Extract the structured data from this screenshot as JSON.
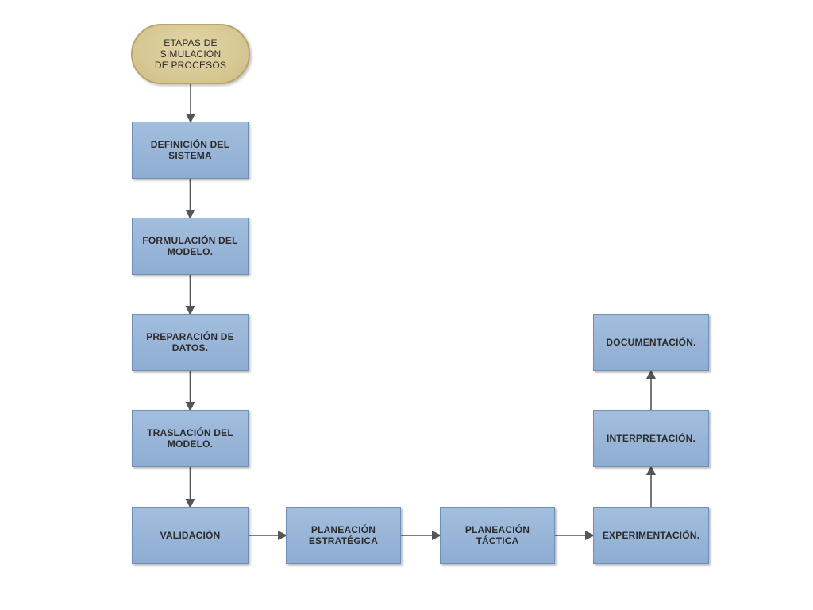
{
  "diagram": {
    "nodes": {
      "start": "ETAPAS DE\nSIMULACION\nDE PROCESOS",
      "definicion": "DEFINICIÓN DEL\nSISTEMA",
      "formulacion": "FORMULACIÓN DEL\nMODELO.",
      "preparacion": "PREPARACIÓN DE\nDATOS.",
      "traslacion": "TRASLACIÓN DEL\nMODELO.",
      "validacion": "VALIDACIÓN",
      "estrategica": "PLANEACIÓN\nESTRATÉGICA",
      "tactica": "PLANEACIÓN\nTÁCTICA",
      "experimentacion": "EXPERIMENTACIÓN.",
      "interpretacion": "INTERPRETACIÓN.",
      "documentacion": "DOCUMENTACIÓN."
    },
    "edges": [
      [
        "start",
        "definicion"
      ],
      [
        "definicion",
        "formulacion"
      ],
      [
        "formulacion",
        "preparacion"
      ],
      [
        "preparacion",
        "traslacion"
      ],
      [
        "traslacion",
        "validacion"
      ],
      [
        "validacion",
        "estrategica"
      ],
      [
        "estrategica",
        "tactica"
      ],
      [
        "tactica",
        "experimentacion"
      ],
      [
        "experimentacion",
        "interpretacion"
      ],
      [
        "interpretacion",
        "documentacion"
      ]
    ],
    "colors": {
      "box_fill": "#9db8da",
      "terminal_fill": "#d8ca98",
      "arrow": "#555555"
    }
  }
}
